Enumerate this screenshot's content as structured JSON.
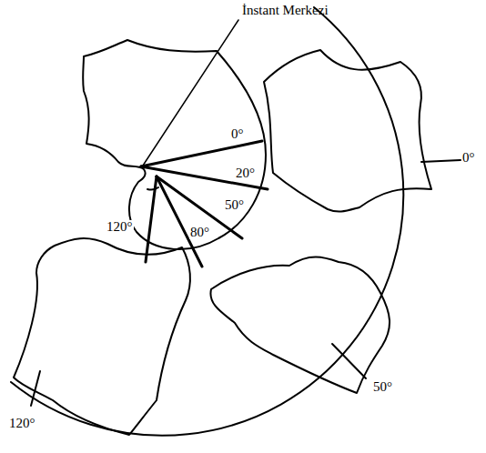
{
  "diagram": {
    "labels": [
      "İnstant Merkezi",
      "0°",
      "20°",
      "50°",
      "80°",
      "120°",
      "0°",
      "50°",
      "120°"
    ]
  }
}
